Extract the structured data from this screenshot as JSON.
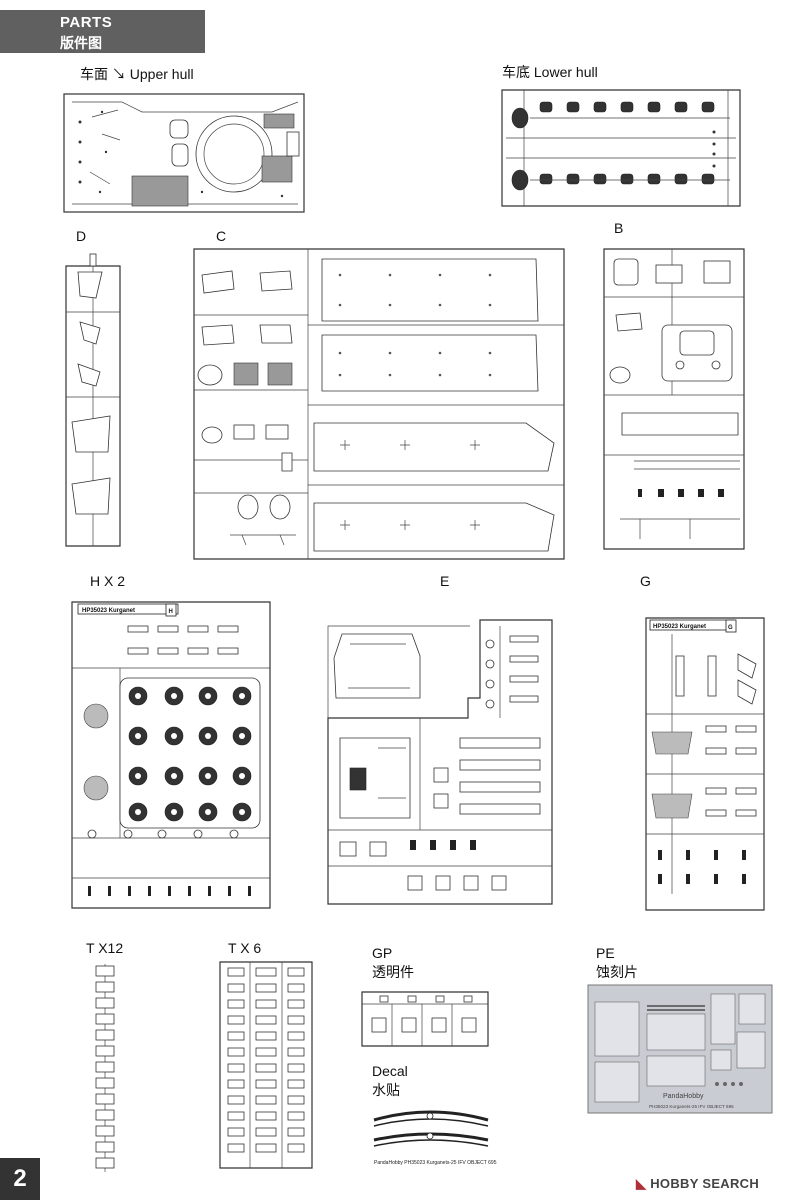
{
  "header": {
    "title_en": "PARTS",
    "title_cn": "版件图"
  },
  "labels": {
    "upper_hull": "车面 ↘ Upper hull",
    "lower_hull": "车底  Lower hull",
    "d": "D",
    "c": "C",
    "b": "B",
    "h": "H X 2",
    "e": "E",
    "g": "G",
    "t12": "T X12",
    "t6": "T X 6",
    "gp_en": "GP",
    "gp_cn": "透明件",
    "decal_en": "Decal",
    "decal_cn": "水贴",
    "pe_en": "PE",
    "pe_cn": "蚀刻片"
  },
  "sprue_tags": {
    "h_name": "HP35023 Kurganet",
    "h_letter": "H",
    "g_name": "HP35023 Kurganet",
    "g_letter": "G"
  },
  "decal_caption": "PandaHobby  PH35023 Kurganets-25 IFV OBJECT 695",
  "pe_brand": "PandaHobby",
  "pe_caption": "PH35023 Kurganets-25 IFV OBJECT 695",
  "page_number": "2",
  "watermark": {
    "prefix": "◣",
    "hobby": "HOBBY",
    "search": " SEARCH"
  }
}
